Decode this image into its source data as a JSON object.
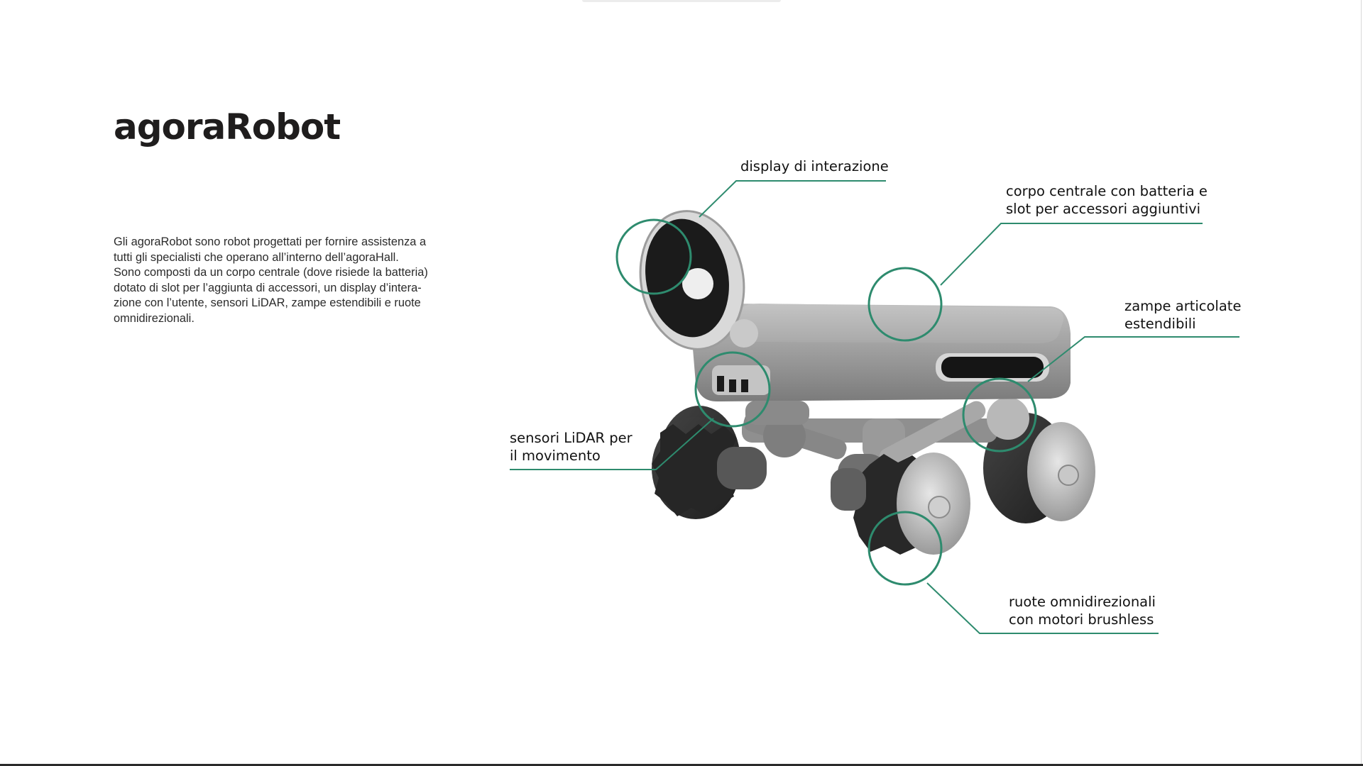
{
  "page": {
    "title": "agoraRobot",
    "intro_lines": [
      "Gli agoraRobot sono robot progettati per fornire assistenza a",
      "tutti gli specialisti che operano all’interno dell’agoraHall.",
      "Sono composti da un corpo centrale (dove risiede la batteria)",
      "dotato di slot per l’aggiunta di accessori, un display d’intera-",
      "zione con l’utente, sensori LiDAR, zampe estendibili e ruote",
      "omnidirezionali."
    ]
  },
  "callouts": {
    "display": {
      "lines": [
        "display di interazione"
      ]
    },
    "body": {
      "lines": [
        "corpo centrale con batteria e",
        "slot per accessori aggiuntivi"
      ]
    },
    "legs": {
      "lines": [
        "zampe articolate",
        "estendibili"
      ]
    },
    "lidar": {
      "lines": [
        "sensori LiDAR per",
        "il movimento"
      ]
    },
    "wheels": {
      "lines": [
        "ruote omnidirezionali",
        "con motori brushless"
      ]
    }
  },
  "colors": {
    "accent": "#2e8b6e",
    "text": "#1a1a1a",
    "robot_body": "#b9b9b9",
    "wheel_dark": "#2b2b2b"
  }
}
